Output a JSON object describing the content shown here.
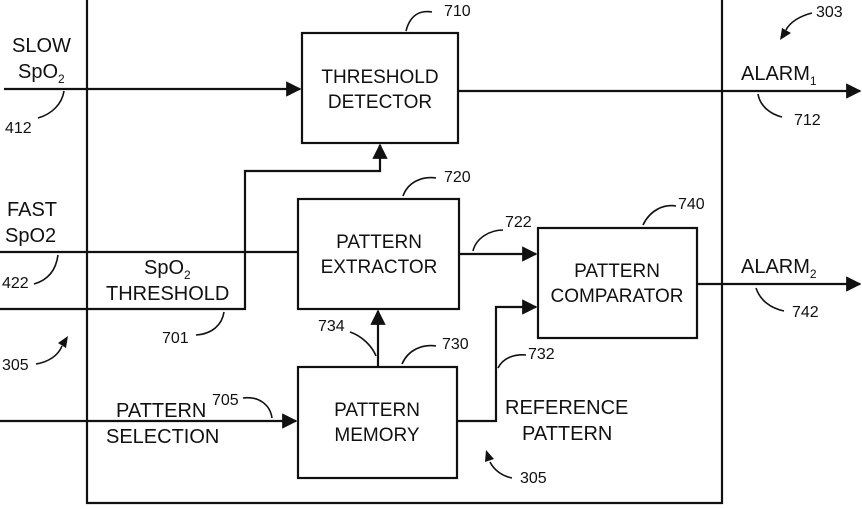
{
  "inputs": {
    "slow": {
      "line1": "SLOW",
      "line2_main": "SpO",
      "line2_sub": "2"
    },
    "fast": {
      "line1": "FAST",
      "line2": "SpO2"
    },
    "threshold": {
      "line1_main": "SpO",
      "line1_sub": "2",
      "line2": "THRESHOLD"
    },
    "pattern_selection": {
      "line1": "PATTERN",
      "line2": "SELECTION"
    }
  },
  "blocks": {
    "threshold_detector": {
      "line1": "THRESHOLD",
      "line2": "DETECTOR"
    },
    "pattern_extractor": {
      "line1": "PATTERN",
      "line2": "EXTRACTOR"
    },
    "pattern_memory": {
      "line1": "PATTERN",
      "line2": "MEMORY"
    },
    "pattern_comparator": {
      "line1": "PATTERN",
      "line2": "COMPARATOR"
    }
  },
  "outputs": {
    "alarm1": {
      "main": "ALARM",
      "sub": "1"
    },
    "alarm2": {
      "main": "ALARM",
      "sub": "2"
    }
  },
  "signals": {
    "reference_pattern": {
      "line1": "REFERENCE",
      "line2": "PATTERN"
    }
  },
  "refs": {
    "r303": "303",
    "r305_left": "305",
    "r305_bottom": "305",
    "r412": "412",
    "r422": "422",
    "r701": "701",
    "r705": "705",
    "r710": "710",
    "r712": "712",
    "r720": "720",
    "r722": "722",
    "r730": "730",
    "r732": "732",
    "r734": "734",
    "r740": "740",
    "r742": "742"
  }
}
